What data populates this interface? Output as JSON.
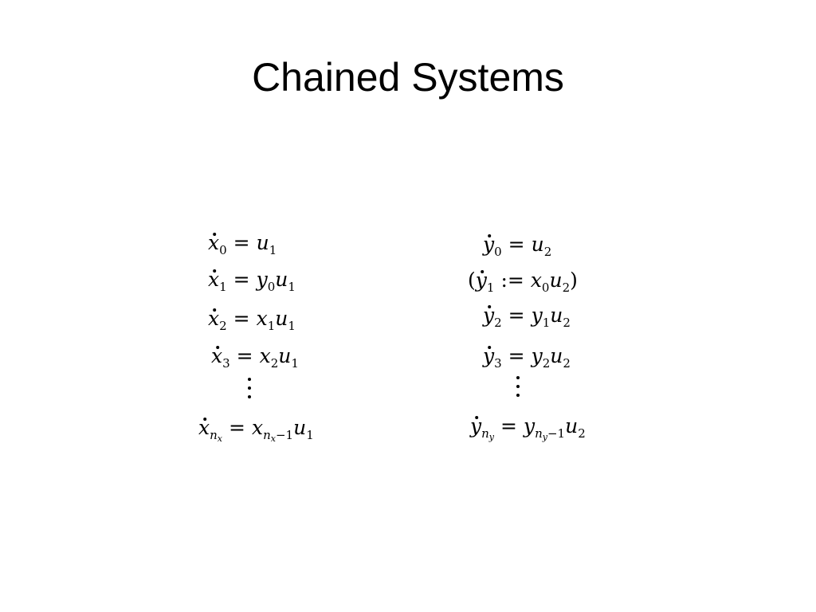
{
  "slide": {
    "title": "Chained Systems"
  },
  "equations": {
    "left": {
      "eq0": {
        "lhs_var": "x",
        "lhs_sub": "0",
        "op": "=",
        "rhs": [
          [
            "u",
            "1"
          ]
        ]
      },
      "eq1": {
        "lhs_var": "x",
        "lhs_sub": "1",
        "op": "=",
        "rhs": [
          [
            "y",
            "0"
          ],
          [
            "u",
            "1"
          ]
        ]
      },
      "eq2": {
        "lhs_var": "x",
        "lhs_sub": "2",
        "op": "=",
        "rhs": [
          [
            "x",
            "1"
          ],
          [
            "u",
            "1"
          ]
        ]
      },
      "eq3": {
        "lhs_var": "x",
        "lhs_sub": "3",
        "op": "=",
        "rhs": [
          [
            "x",
            "2"
          ],
          [
            "u",
            "1"
          ]
        ]
      },
      "eqn": {
        "lhs_var": "x",
        "lhs_sub": "n",
        "lhs_subsub": "x",
        "op": "=",
        "rhs_var": "x",
        "rhs_sub": "n",
        "rhs_subsub": "x",
        "rhs_sub_tail": "−1",
        "rhs_var2": "u",
        "rhs_sub2": "1"
      }
    },
    "right": {
      "eq0": {
        "lhs_var": "y",
        "lhs_sub": "0",
        "op": "=",
        "rhs": [
          [
            "u",
            "2"
          ]
        ]
      },
      "eq1": {
        "open": "(",
        "lhs_var": "y",
        "lhs_sub": "1",
        "op": ":=",
        "rhs": [
          [
            "x",
            "0"
          ],
          [
            "u",
            "2"
          ]
        ],
        "close": ")"
      },
      "eq2": {
        "lhs_var": "y",
        "lhs_sub": "2",
        "op": "=",
        "rhs": [
          [
            "y",
            "1"
          ],
          [
            "u",
            "2"
          ]
        ]
      },
      "eq3": {
        "lhs_var": "y",
        "lhs_sub": "3",
        "op": "=",
        "rhs": [
          [
            "y",
            "2"
          ],
          [
            "u",
            "2"
          ]
        ]
      },
      "eqn": {
        "lhs_var": "y",
        "lhs_sub": "n",
        "lhs_subsub": "y",
        "op": "=",
        "rhs_var": "y",
        "rhs_sub": "n",
        "rhs_subsub": "y",
        "rhs_sub_tail": "−1",
        "rhs_var2": "u",
        "rhs_sub2": "2"
      }
    }
  }
}
